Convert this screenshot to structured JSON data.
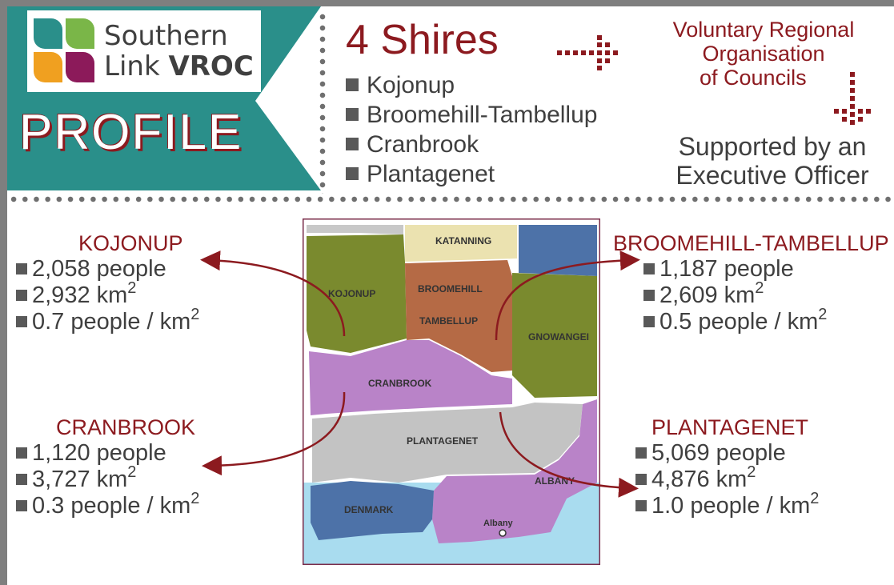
{
  "logo": {
    "word1": "Southern",
    "word2_regular": "Link ",
    "word2_bold": "VROC",
    "colors": {
      "teal": "#2a8f8a",
      "green": "#7ab648",
      "orange": "#f0a020",
      "maroon": "#8c1a5a"
    }
  },
  "banner": {
    "title": "PROFILE",
    "color": "#2a8f8a"
  },
  "shires": {
    "title": "4 Shires",
    "items": [
      "Kojonup",
      "Broomehill-Tambellup",
      "Cranbrook",
      "Plantagenet"
    ]
  },
  "vroc": {
    "line1": "Voluntary Regional",
    "line2": "Organisation",
    "line3": "of Councils"
  },
  "support": {
    "line1": "Supported by an",
    "line2": "Executive Officer"
  },
  "stats": {
    "kojonup": {
      "title": "KOJONUP",
      "people": "2,058 people",
      "area": "2,932 km",
      "density": "0.7 people / km"
    },
    "broomehill": {
      "title": "BROOMEHILL-TAMBELLUP",
      "people": "1,187 people",
      "area": "2,609 km",
      "density": "0.5 people / km"
    },
    "cranbrook": {
      "title": "CRANBROOK",
      "people": "1,120 people",
      "area": "3,727 km",
      "density": "0.3 people / km"
    },
    "plantagenet": {
      "title": "PLANTAGENET",
      "people": "5,069 people",
      "area": "4,876 km",
      "density": "1.0 people / km"
    },
    "exponent": "2"
  },
  "map": {
    "labels": {
      "katanning": "KATANNING",
      "kojonup": "KOJONUP",
      "broomehill": "BROOMEHILL",
      "tambellup": "TAMBELLUP",
      "gnowangerup": "GNOWANGEI",
      "cranbrook": "CRANBROOK",
      "plantagenet": "PLANTAGENET",
      "albany_region": "ALBANY",
      "denmark": "DENMARK",
      "albany_city": "Albany"
    },
    "colors": {
      "olive": "#7a8a2e",
      "tan": "#ebe2b0",
      "brown": "#b56a45",
      "purple": "#b983c8",
      "gray": "#c3c3c3",
      "blue": "#4d72a8",
      "sea": "#a9dcef",
      "border": "#7a2c4a"
    }
  },
  "accent": "#8c1a1f"
}
